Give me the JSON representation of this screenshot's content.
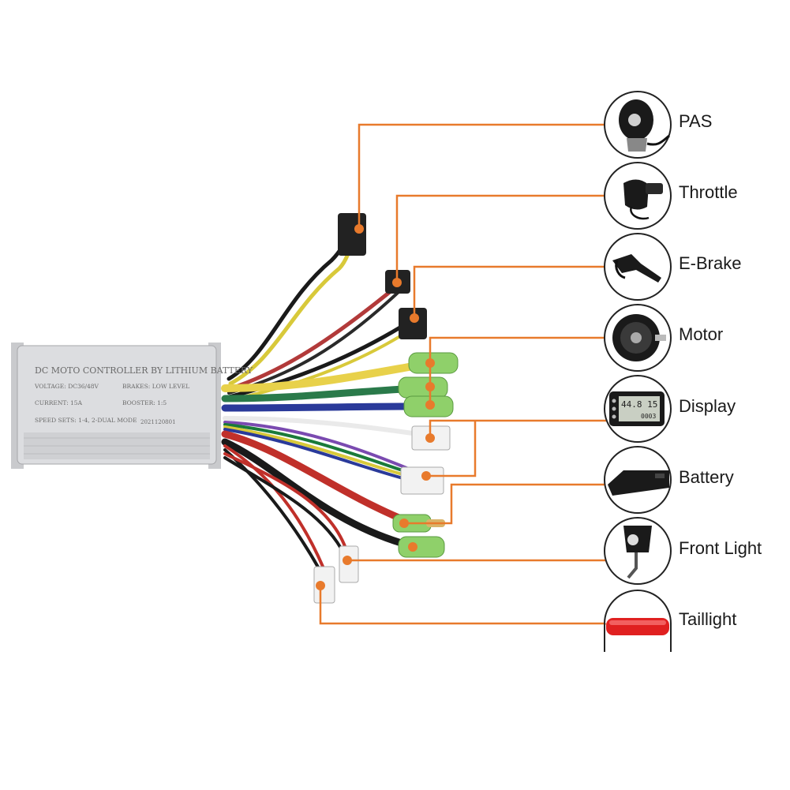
{
  "components": [
    {
      "id": "pas",
      "label": "PAS",
      "icon": "pas-sensor-icon"
    },
    {
      "id": "throttle",
      "label": "Throttle",
      "icon": "throttle-icon"
    },
    {
      "id": "ebrake",
      "label": "E-Brake",
      "icon": "brake-lever-icon"
    },
    {
      "id": "motor",
      "label": "Motor",
      "icon": "hub-motor-icon"
    },
    {
      "id": "display",
      "label": "Display",
      "icon": "lcd-display-icon"
    },
    {
      "id": "battery",
      "label": "Battery",
      "icon": "battery-pack-icon"
    },
    {
      "id": "frontlight",
      "label": "Front Light",
      "icon": "headlight-icon"
    },
    {
      "id": "taillight",
      "label": "Taillight",
      "icon": "taillight-icon"
    }
  ],
  "controller": {
    "title": "DC MOTO CONTROLLER BY LITHIUM BATTERY",
    "voltage": "VOLTAGE: DC36/48V",
    "brakes": "BRAKES: LOW LEVEL",
    "current": "CURRENT: 15A",
    "booster": "BOOSTER: 1:5",
    "speed": "SPEED SETS: 1-4, 2-DUAL MODE",
    "serial": "2021120801"
  },
  "colors": {
    "leader": "#e87a2c",
    "housing": "#dcdde0"
  },
  "display_icon": {
    "top": "44.8 15",
    "bottom": "0003"
  }
}
